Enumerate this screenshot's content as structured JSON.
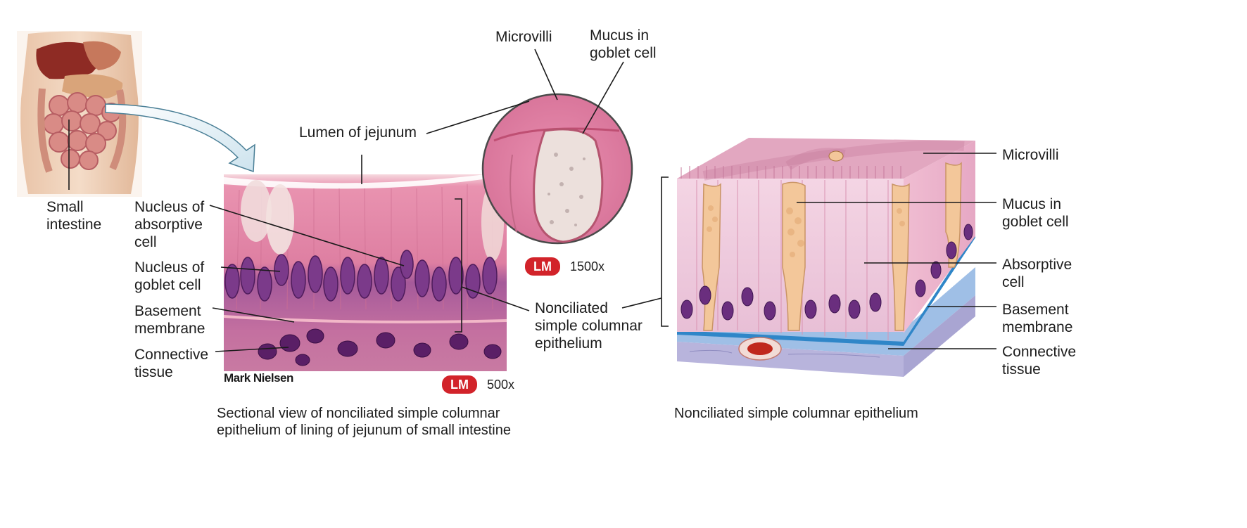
{
  "labels": {
    "small_intestine": "Small\nintestine",
    "lumen": "Lumen of jejunum",
    "nucleus_absorptive": "Nucleus of\nabsorptive\ncell",
    "nucleus_goblet": "Nucleus of\ngoblet cell",
    "basement_left": "Basement\nmembrane",
    "connective_left": "Connective\ntissue",
    "microvilli_top": "Microvilli",
    "mucus_top": "Mucus in\ngoblet cell",
    "nonciliated_mid": "Nonciliated\nsimple columnar\nepithelium",
    "microvilli_right": "Microvilli",
    "mucus_right": "Mucus in\ngoblet cell",
    "absorptive_right": "Absorptive\ncell",
    "basement_right": "Basement\nmembrane",
    "connective_right": "Connective\ntissue"
  },
  "badges": {
    "lm_1500": "LM",
    "mag_1500": "1500x",
    "lm_500": "LM",
    "mag_500": "500x"
  },
  "credit": "Mark Nielsen",
  "captions": {
    "left": "Sectional view of nonciliated simple columnar\nepithelium of lining of jejunum of small intestine",
    "right": "Nonciliated simple columnar epithelium"
  },
  "colors": {
    "tissue_pink": "#e48aa8",
    "nuclei_purple": "#6a2e7e",
    "goblet_tan": "#f3c79a",
    "basement_blue": "#2f86c8",
    "connective_lavender": "#b7b4dc",
    "badge_red": "#d2232a"
  }
}
